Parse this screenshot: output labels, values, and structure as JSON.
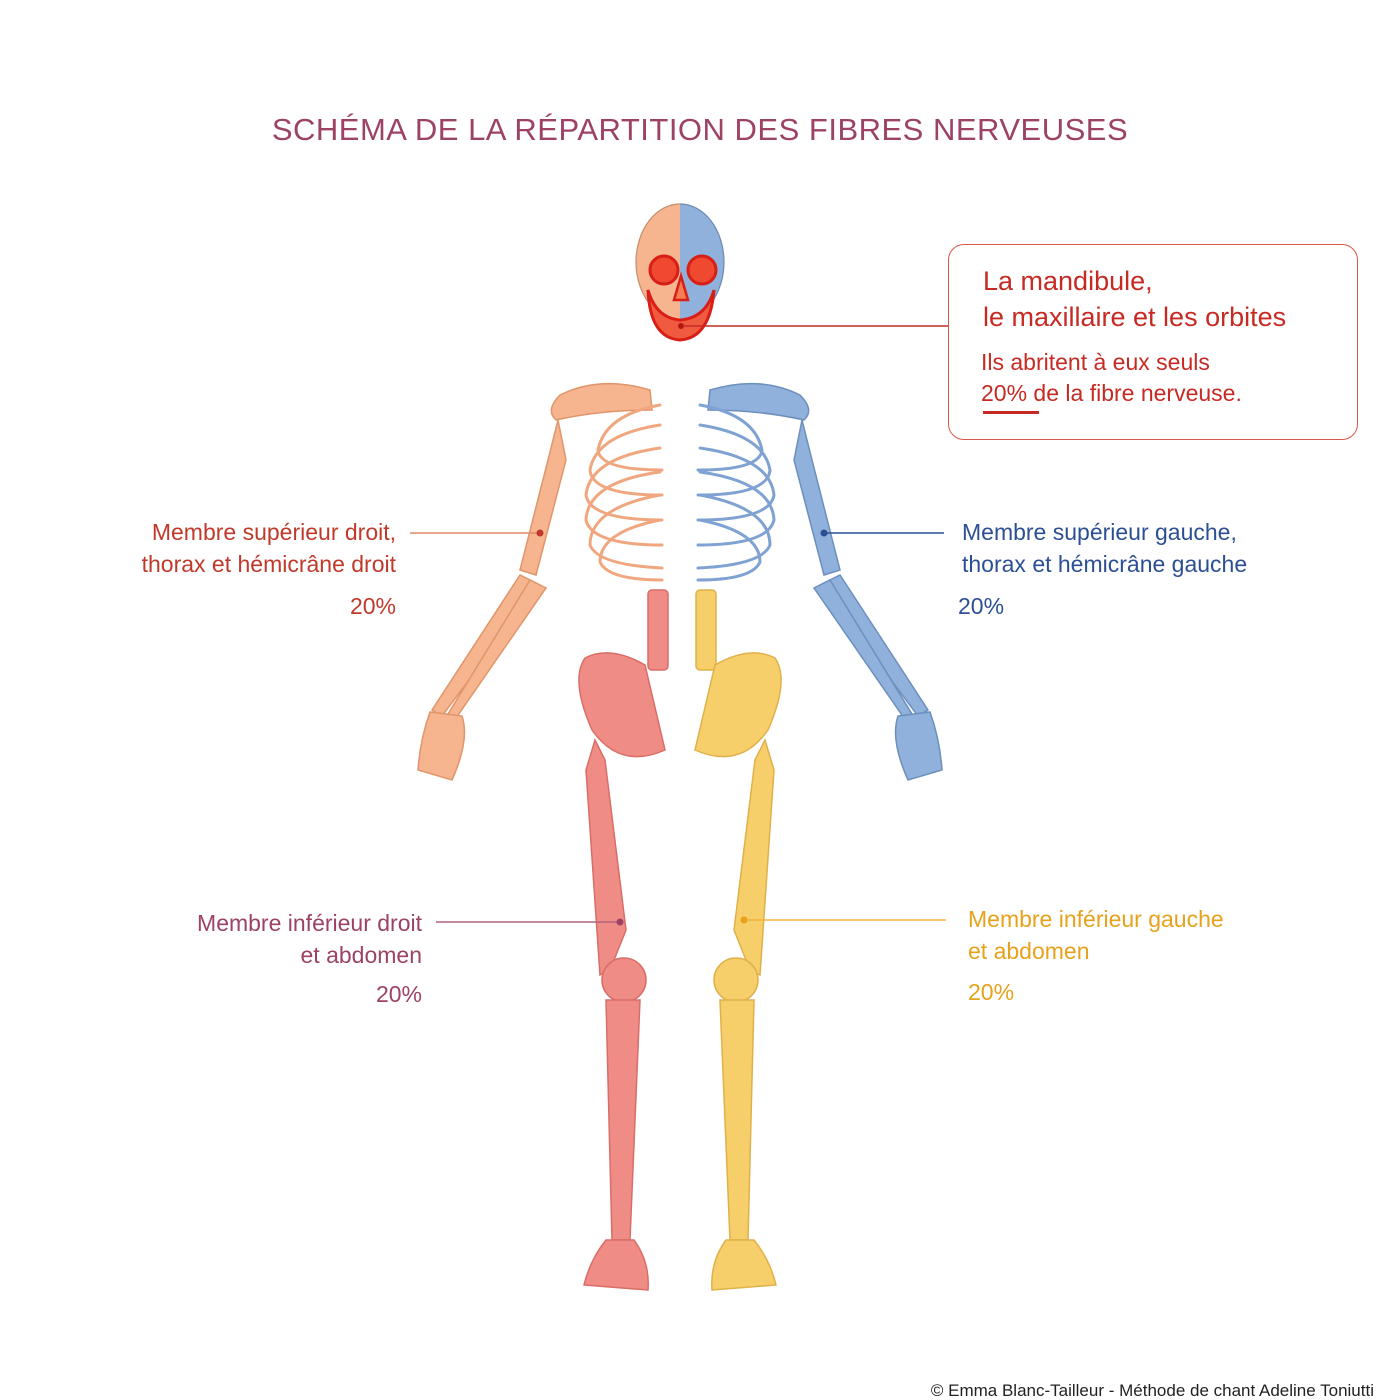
{
  "title": "SCHÉMA DE LA RÉPARTITION DES FIBRES NERVEUSES",
  "callout": {
    "heading_line1": "La mandibule,",
    "heading_line2": "le maxillaire et les orbites",
    "body_line1": "Ils abritent à eux seuls",
    "body_percent": "20%",
    "body_rest": " de la fibre nerveuse."
  },
  "labels": {
    "upper_right": {
      "line1": "Membre supérieur droit,",
      "line2": "thorax et hémicrâne droit",
      "percent": "20%"
    },
    "upper_left": {
      "line1": "Membre supérieur gauche,",
      "line2": "thorax et hémicrâne gauche",
      "percent": "20%"
    },
    "lower_right": {
      "line1": "Membre inférieur droit",
      "line2": "et abdomen",
      "percent": "20%"
    },
    "lower_left": {
      "line1": "Membre inférieur gauche",
      "line2": "et abdomen",
      "percent": "20%"
    }
  },
  "credit": "© Emma Blanc-Tailleur - Méthode de chant Adeline Toniutti",
  "colors": {
    "title": "#9c4264",
    "head": "#e8281c",
    "upper_right": "#f6b48f",
    "upper_left": "#8fb1dc",
    "lower_right": "#f08c86",
    "lower_left": "#f7cf6a",
    "upper_right_text": "#c0392b",
    "upper_left_text": "#2c4f94",
    "lower_right_text": "#9c4264",
    "lower_left_text": "#e7a21c"
  }
}
